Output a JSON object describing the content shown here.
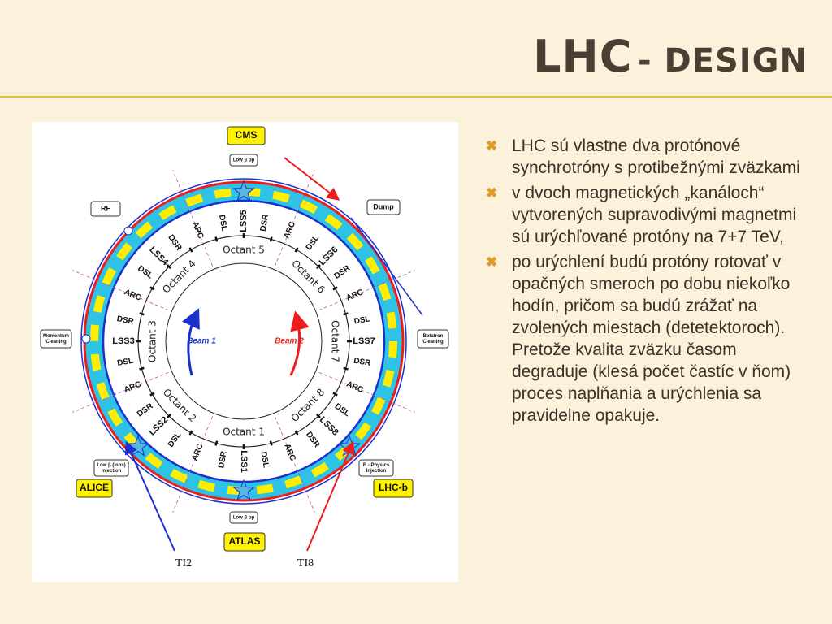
{
  "slide": {
    "title_main": "LHC",
    "title_sub": "- design"
  },
  "diagram": {
    "lss_labels": [
      "LSS1",
      "LSS2",
      "LSS3",
      "LSS4",
      "LSS5",
      "LSS6",
      "LSS7",
      "LSS8"
    ],
    "octant_labels": [
      "Octant 1",
      "Octant 2",
      "Octant 3",
      "Octant 4",
      "Octant 5",
      "Octant 6",
      "Octant 7",
      "Octant 8"
    ],
    "segment_arc": "ARC",
    "segment_dsl": "DSL",
    "segment_dsr": "DSR",
    "beam1": "Beam 1",
    "beam2": "Beam 2",
    "experiments": {
      "cms": "CMS",
      "atlas": "ATLAS",
      "alice": "ALICE",
      "lhcb": "LHC-b"
    },
    "boxes": {
      "rf": "RF",
      "dump": "Dump",
      "momentum_1": "Momentum",
      "momentum_2": "Cleaning",
      "betatron_1": "Betatron",
      "betatron_2": "Cleaning",
      "low_beta_top": "Low β pp",
      "low_beta_bottom": "Low β pp",
      "ions_1": "Low β (Ions)",
      "ions_2": "Injection",
      "bphys_1": "B - Physics",
      "bphys_2": "Injection"
    },
    "ti2": "TI2",
    "ti8": "TI8",
    "colors": {
      "ring_cyan": "#2ec3e6",
      "ring_yellow": "#ffee00",
      "beam_red": "#ee1c1c",
      "beam_blue": "#1a2fcc",
      "accent": "#e39b27"
    }
  },
  "bullets": [
    "LHC sú vlastne dva  protónové synchrotróny s protibežnými zväzkami",
    "v dvoch magnetických „kanáloch“ vytvorených supravodivými magnetmi   sú urýchľované protóny na 7+7 TeV,",
    "po urýchlení budú protóny rotovať v opačných smeroch po dobu niekoľko hodín, pričom sa budú zrážať na zvolených miestach (detetektoroch). Pretože kvalita zväzku časom degraduje (klesá počet častíc v ňom) proces naplňania a urýchlenia sa pravidelne opakuje."
  ]
}
